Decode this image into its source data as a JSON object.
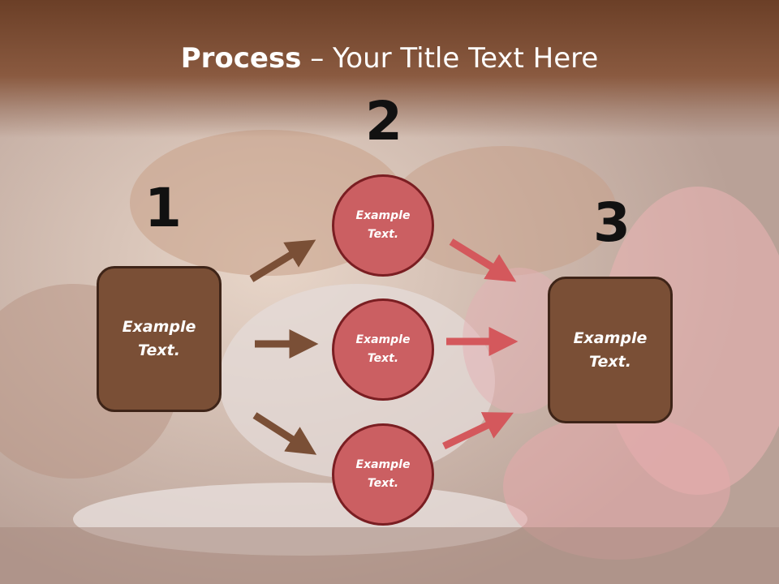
{
  "title": {
    "bold": "Process",
    "rest": " – Your Title Text Here"
  },
  "steps": [
    {
      "number": "1",
      "text": [
        "Example",
        "Text."
      ]
    },
    {
      "number": "2",
      "text": [
        "Example",
        "Text."
      ]
    },
    {
      "number": "3",
      "text": [
        "Example",
        "Text."
      ]
    }
  ],
  "circles": [
    {
      "text": [
        "Example",
        "Text."
      ]
    },
    {
      "text": [
        "Example",
        "Text."
      ]
    },
    {
      "text": [
        "Example",
        "Text."
      ]
    }
  ],
  "colors": {
    "header_top": "#6b3f27",
    "box_fill": "#7a4f36",
    "box_border": "#3e2418",
    "circle_fill": "#cb5f62",
    "circle_border": "#7a1e22",
    "arrow_brown": "#7a4f36",
    "arrow_red": "#d4585c",
    "title_color": "#ffffff"
  }
}
